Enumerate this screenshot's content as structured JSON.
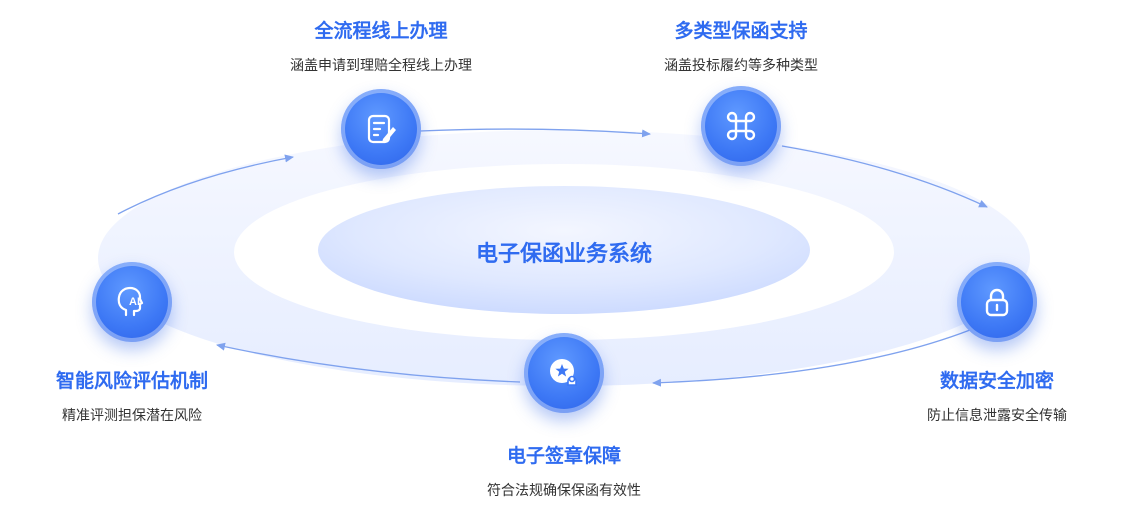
{
  "center": {
    "title": "电子保函业务系统"
  },
  "features": [
    {
      "key": "online",
      "title": "全流程线上办理",
      "desc": "涵盖申请到理赔全程线上办理",
      "icon": "edit-document-icon"
    },
    {
      "key": "types",
      "title": "多类型保函支持",
      "desc": "涵盖投标履约等多种类型",
      "icon": "command-key-icon"
    },
    {
      "key": "security",
      "title": "数据安全加密",
      "desc": "防止信息泄露安全传输",
      "icon": "lock-icon"
    },
    {
      "key": "esign",
      "title": "电子签章保障",
      "desc": "符合法规确保保函有效性",
      "icon": "seal-stamp-icon"
    },
    {
      "key": "ai",
      "title": "智能风险评估机制",
      "desc": "精准评测担保潜在风险",
      "icon": "ai-head-icon"
    }
  ],
  "colors": {
    "accent": "#2f6bf0",
    "node": "#3d78f5",
    "ring_outer": "#eef3ff",
    "ring_inner": "#c8d8ff",
    "arrow": "#7fa2ee",
    "desc_text": "#333333"
  }
}
